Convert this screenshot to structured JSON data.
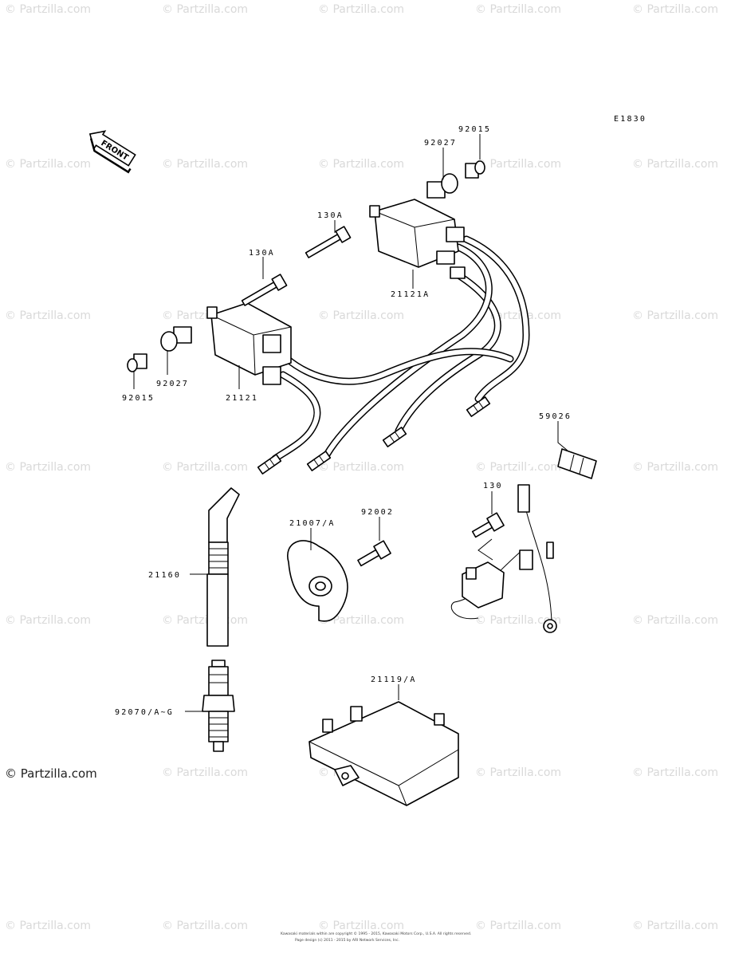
{
  "diagram_code": "E1830",
  "front_label": "FRONT",
  "watermark": "© Partzilla.com",
  "copyright": "Kawasaki materials within are copyright © 1995 - 2015, Kawasaki Motors Corp., U.S.A. All rights reserved.",
  "copyright_line2": "Page design (c) 2011 - 2015 by ARI Network Services, Inc.",
  "parts": {
    "p92015_top": "92015",
    "p92027_top": "92027",
    "p130A_upper": "130A",
    "p130A_lower": "130A",
    "p21121A": "21121A",
    "p92027_left": "92027",
    "p92015_left": "92015",
    "p21121": "21121",
    "p59026": "59026",
    "p130": "130",
    "p21007A": "21007/A",
    "p92002": "92002",
    "p21160": "21160",
    "p21119A": "21119/A",
    "p92070": "92070/A~G"
  }
}
